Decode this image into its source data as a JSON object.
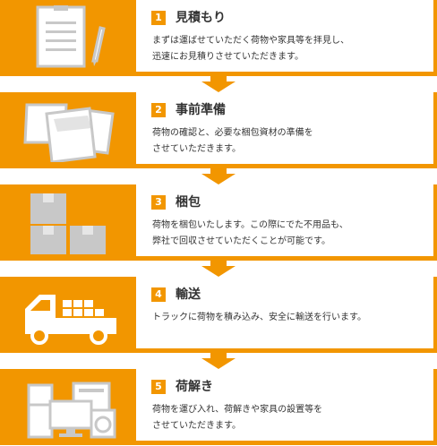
{
  "colors": {
    "accent": "#f29600",
    "icon_gray": "#c8c8c8",
    "text": "#333333"
  },
  "steps": [
    {
      "number": "1",
      "title": "見積もり",
      "icon": "clipboard-pen-icon",
      "description": "まずは運ばせていただく荷物や家具等を拝見し、\n迅速にお見積りさせていただきます。"
    },
    {
      "number": "2",
      "title": "事前準備",
      "icon": "boxes-sheets-icon",
      "description": "荷物の確認と、必要な梱包資材の準備を\nさせていただきます。"
    },
    {
      "number": "3",
      "title": "梱包",
      "icon": "stacked-boxes-icon",
      "description": "荷物を梱包いたします。この際にでた不用品も、\n弊社で回収させていただくことが可能です。"
    },
    {
      "number": "4",
      "title": "輸送",
      "icon": "truck-icon",
      "description": "トラックに荷物を積み込み、安全に輸送を行います。"
    },
    {
      "number": "5",
      "title": "荷解き",
      "icon": "appliances-icon",
      "description": "荷物を運び入れ、荷解きや家具の設置等を\nさせていただきます。"
    }
  ]
}
